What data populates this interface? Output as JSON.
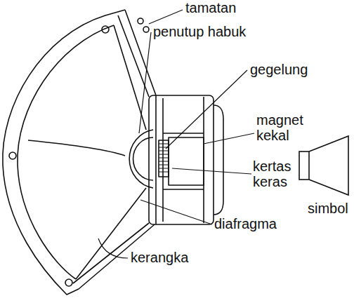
{
  "diagram": {
    "labels": [
      "tamatan",
      "penutup habuk",
      "gegelung",
      "magnet kekal",
      "kertas keras",
      "diafragma",
      "kerangka",
      "simbol"
    ]
  }
}
